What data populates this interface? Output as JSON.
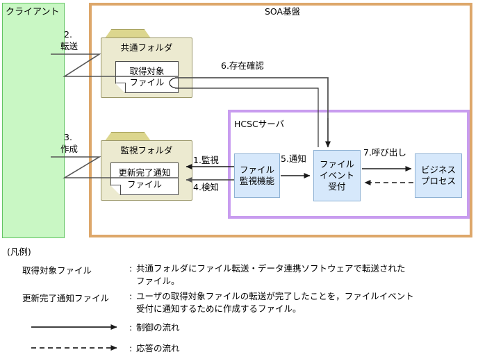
{
  "regions": {
    "client": {
      "label": "クライアント",
      "color": "#c9f7c4"
    },
    "soa": {
      "label": "SOA基盤",
      "color": "#dda76a"
    },
    "hcsc": {
      "label": "HCSCサーバ",
      "color": "#c89cef"
    }
  },
  "folders": [
    {
      "id": "shared-folder",
      "name": "共通フォルダ",
      "file": {
        "line1": "取得対象",
        "line2": "ファイル"
      }
    },
    {
      "id": "watch-folder",
      "name": "監視フォルダ",
      "file": {
        "line1": "更新完了通知",
        "line2": "ファイル"
      }
    }
  ],
  "components": [
    {
      "id": "file-monitor",
      "lines": [
        "ファイル",
        "監視機能"
      ]
    },
    {
      "id": "file-event-receiver",
      "lines": [
        "ファイル",
        "イベント",
        "受付"
      ]
    },
    {
      "id": "business-process",
      "lines": [
        "ビジネス",
        "プロセス"
      ]
    }
  ],
  "flows": [
    {
      "id": "flow-2",
      "label_line1": "2.",
      "label_line2": "転送"
    },
    {
      "id": "flow-3",
      "label_line1": "3.",
      "label_line2": "作成"
    },
    {
      "id": "flow-1",
      "label": "1.監視"
    },
    {
      "id": "flow-4",
      "label": "4.検知"
    },
    {
      "id": "flow-5",
      "label": "5.通知"
    },
    {
      "id": "flow-6",
      "label": "6.存在確認"
    },
    {
      "id": "flow-7",
      "label": "7.呼び出し"
    }
  ],
  "legend": {
    "title": "(凡例)",
    "entries": [
      {
        "term": "取得対象ファイル",
        "colon": ":",
        "desc_line1": "共通フォルダにファイル転送・データ連携ソフトウェアで転送された",
        "desc_line2": "ファイル。"
      },
      {
        "term": "更新完了通知ファイル",
        "colon": ":",
        "desc_line1": "ユーザの取得対象ファイルの転送が完了したことを，ファイルイベント",
        "desc_line2": "受付に通知するために作成するファイル。"
      }
    ],
    "arrows": [
      {
        "id": "solid-arrow",
        "style": "solid",
        "colon": ":",
        "desc": "制御の流れ"
      },
      {
        "id": "dashed-arrow",
        "style": "dashed",
        "colon": ":",
        "desc": "応答の流れ"
      }
    ]
  }
}
